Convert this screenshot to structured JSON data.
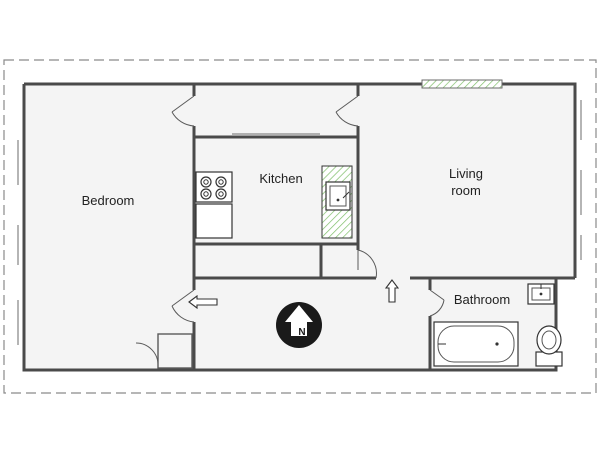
{
  "rooms": {
    "bedroom": "Bedroom",
    "kitchen": "Kitchen",
    "living_line1": "Living",
    "living_line2": "room",
    "bathroom": "Bathroom"
  },
  "compass": {
    "letter": "N"
  },
  "colors": {
    "wall": "#4a4a4a",
    "floor": "#f4f4f4",
    "hatch_green": "#7fbf6a",
    "dashed_border": "#8a8a8a"
  },
  "icons": [
    "stove-icon",
    "sink-icon",
    "bathtub-icon",
    "toilet-icon",
    "washbasin-icon",
    "entry-arrow-icon",
    "compass-north-icon"
  ]
}
